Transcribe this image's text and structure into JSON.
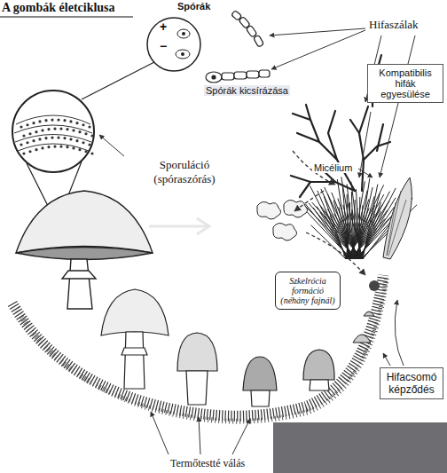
{
  "diagram": {
    "title": "A gombák életciklusa",
    "nodes": [
      {
        "text": [
          "Kompatibilis hifák egyesülése"
        ]
      },
      {
        "text": [
          "Szkelrócia formáció (néhány fajnál)"
        ]
      },
      {
        "text": [
          "Hifacsomó képződés"
        ]
      }
    ],
    "labels": [
      "Spórák",
      "+",
      "−",
      "Hifaszálak",
      "Spórák kicsírázása",
      "Micélium",
      "Sporuláció (spóraszórás)",
      "Termőtestté válás"
    ]
  }
}
